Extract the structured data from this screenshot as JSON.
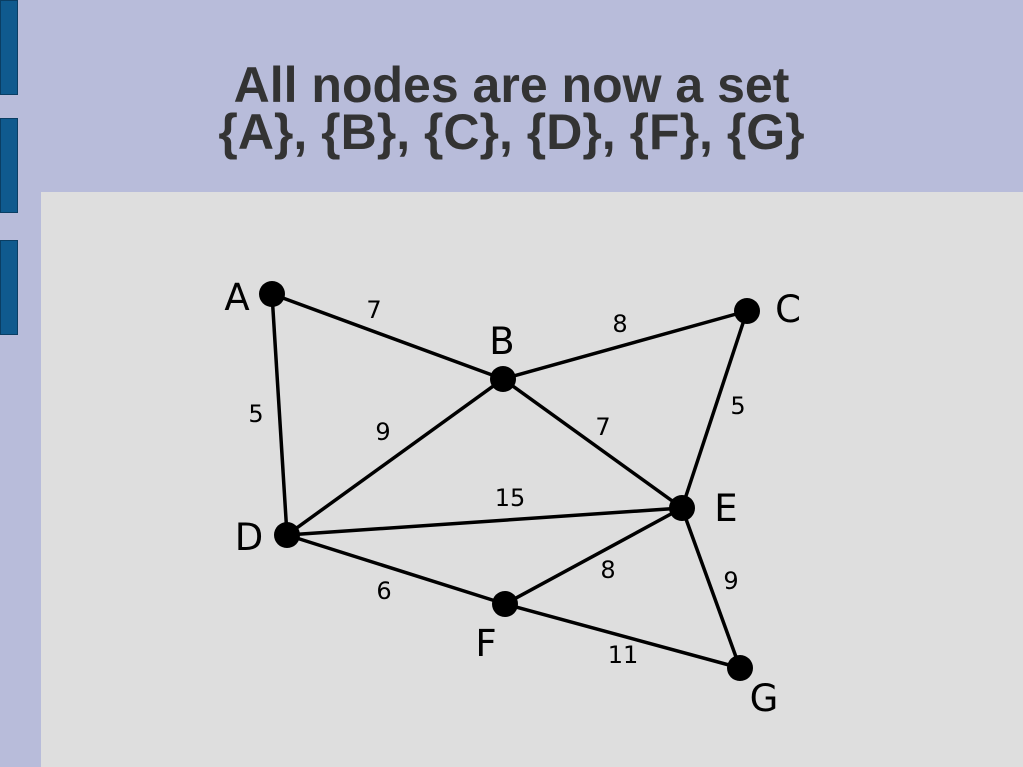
{
  "slide": {
    "title_line1": "All nodes are now a set",
    "title_line2": "{A}, {B}, {C}, {D}, {F}, {G}"
  },
  "colors": {
    "background": "#b8bcda",
    "content_panel": "#dedede",
    "side_tabs": "#0f5a8e",
    "title_text": "#333333",
    "graph": "#000000"
  },
  "graph": {
    "nodes": [
      {
        "id": "A",
        "label": "A"
      },
      {
        "id": "B",
        "label": "B"
      },
      {
        "id": "C",
        "label": "C"
      },
      {
        "id": "D",
        "label": "D"
      },
      {
        "id": "E",
        "label": "E"
      },
      {
        "id": "F",
        "label": "F"
      },
      {
        "id": "G",
        "label": "G"
      }
    ],
    "edges": [
      {
        "from": "A",
        "to": "B",
        "weight": "7"
      },
      {
        "from": "A",
        "to": "D",
        "weight": "5"
      },
      {
        "from": "B",
        "to": "C",
        "weight": "8"
      },
      {
        "from": "B",
        "to": "D",
        "weight": "9"
      },
      {
        "from": "B",
        "to": "E",
        "weight": "7"
      },
      {
        "from": "C",
        "to": "E",
        "weight": "5"
      },
      {
        "from": "D",
        "to": "E",
        "weight": "15"
      },
      {
        "from": "D",
        "to": "F",
        "weight": "6"
      },
      {
        "from": "E",
        "to": "F",
        "weight": "8"
      },
      {
        "from": "E",
        "to": "G",
        "weight": "9"
      },
      {
        "from": "F",
        "to": "G",
        "weight": "11"
      }
    ]
  }
}
